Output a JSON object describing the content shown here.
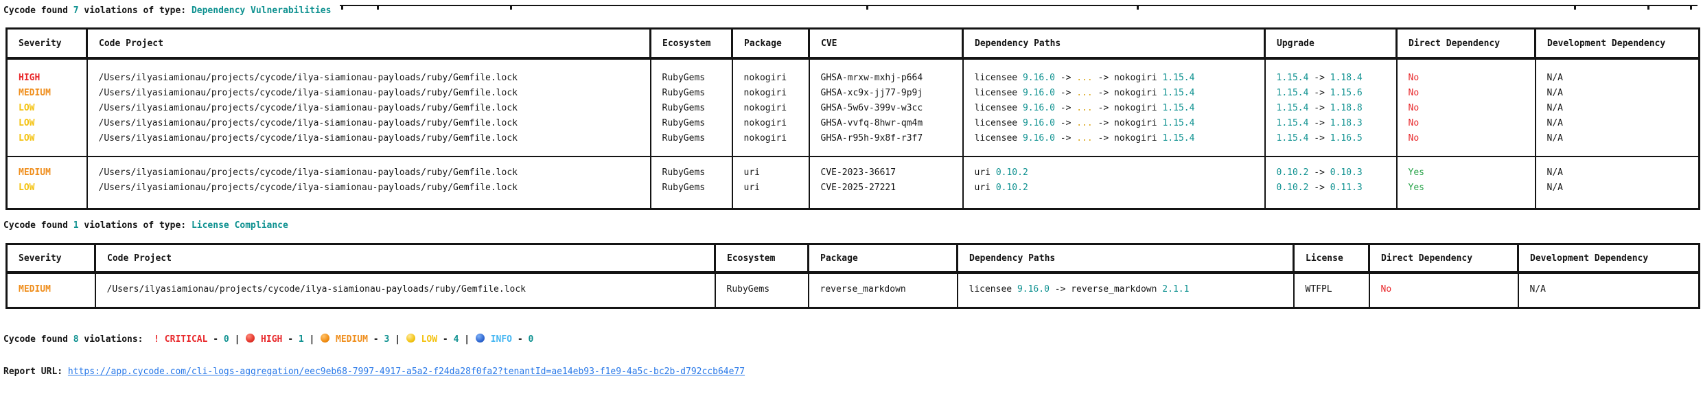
{
  "colors": {
    "fg": "#151515",
    "teal": "#0e9190",
    "red": "#e8282b",
    "orange": "#ef8e1d",
    "yellow": "#f4c211",
    "gold": "#dba617",
    "green": "#27a348",
    "info": "#45b6f2",
    "link": "#2878e8"
  },
  "section_dependency_vulnerabilities": {
    "heading_parts": [
      {
        "t": "Cycode found ",
        "b": true
      },
      {
        "t": "7",
        "c": "teal",
        "b": true
      },
      {
        "t": " violations of type: ",
        "b": true
      },
      {
        "t": "Dependency Vulnerabilities",
        "c": "teal",
        "b": true
      }
    ],
    "table": {
      "headers": [
        "Severity",
        "Code Project",
        "Ecosystem",
        "Package",
        "CVE",
        "Dependency Paths",
        "Upgrade",
        "Direct Dependency",
        "Development Dependency"
      ],
      "groups": [
        [
          [
            [
              {
                "t": "HIGH",
                "c": "red",
                "b": true
              }
            ],
            [
              {
                "t": "/Users/ilyasiamionau/projects/cycode/ilya-siamionau-payloads/ruby/Gemfile.lock"
              }
            ],
            [
              {
                "t": "RubyGems"
              }
            ],
            [
              {
                "t": "nokogiri"
              }
            ],
            [
              {
                "t": "GHSA-mrxw-mxhj-p664"
              }
            ],
            [
              {
                "t": "licensee "
              },
              {
                "t": "9.16.0",
                "c": "teal"
              },
              {
                "t": " -> "
              },
              {
                "t": "...",
                "c": "gold"
              },
              {
                "t": " -> nokogiri "
              },
              {
                "t": "1.15.4",
                "c": "teal"
              }
            ],
            [
              {
                "t": "1.15.4",
                "c": "teal"
              },
              {
                "t": " -> "
              },
              {
                "t": "1.18.4",
                "c": "teal"
              }
            ],
            [
              {
                "t": "No",
                "c": "red"
              }
            ],
            [
              {
                "t": "N/A"
              }
            ]
          ],
          [
            [
              {
                "t": "MEDIUM",
                "c": "orange",
                "b": true
              }
            ],
            [
              {
                "t": "/Users/ilyasiamionau/projects/cycode/ilya-siamionau-payloads/ruby/Gemfile.lock"
              }
            ],
            [
              {
                "t": "RubyGems"
              }
            ],
            [
              {
                "t": "nokogiri"
              }
            ],
            [
              {
                "t": "GHSA-xc9x-jj77-9p9j"
              }
            ],
            [
              {
                "t": "licensee "
              },
              {
                "t": "9.16.0",
                "c": "teal"
              },
              {
                "t": " -> "
              },
              {
                "t": "...",
                "c": "gold"
              },
              {
                "t": " -> nokogiri "
              },
              {
                "t": "1.15.4",
                "c": "teal"
              }
            ],
            [
              {
                "t": "1.15.4",
                "c": "teal"
              },
              {
                "t": " -> "
              },
              {
                "t": "1.15.6",
                "c": "teal"
              }
            ],
            [
              {
                "t": "No",
                "c": "red"
              }
            ],
            [
              {
                "t": "N/A"
              }
            ]
          ],
          [
            [
              {
                "t": "LOW",
                "c": "yellow",
                "b": true
              }
            ],
            [
              {
                "t": "/Users/ilyasiamionau/projects/cycode/ilya-siamionau-payloads/ruby/Gemfile.lock"
              }
            ],
            [
              {
                "t": "RubyGems"
              }
            ],
            [
              {
                "t": "nokogiri"
              }
            ],
            [
              {
                "t": "GHSA-5w6v-399v-w3cc"
              }
            ],
            [
              {
                "t": "licensee "
              },
              {
                "t": "9.16.0",
                "c": "teal"
              },
              {
                "t": " -> "
              },
              {
                "t": "...",
                "c": "gold"
              },
              {
                "t": " -> nokogiri "
              },
              {
                "t": "1.15.4",
                "c": "teal"
              }
            ],
            [
              {
                "t": "1.15.4",
                "c": "teal"
              },
              {
                "t": " -> "
              },
              {
                "t": "1.18.8",
                "c": "teal"
              }
            ],
            [
              {
                "t": "No",
                "c": "red"
              }
            ],
            [
              {
                "t": "N/A"
              }
            ]
          ],
          [
            [
              {
                "t": "LOW",
                "c": "yellow",
                "b": true
              }
            ],
            [
              {
                "t": "/Users/ilyasiamionau/projects/cycode/ilya-siamionau-payloads/ruby/Gemfile.lock"
              }
            ],
            [
              {
                "t": "RubyGems"
              }
            ],
            [
              {
                "t": "nokogiri"
              }
            ],
            [
              {
                "t": "GHSA-vvfq-8hwr-qm4m"
              }
            ],
            [
              {
                "t": "licensee "
              },
              {
                "t": "9.16.0",
                "c": "teal"
              },
              {
                "t": " -> "
              },
              {
                "t": "...",
                "c": "gold"
              },
              {
                "t": " -> nokogiri "
              },
              {
                "t": "1.15.4",
                "c": "teal"
              }
            ],
            [
              {
                "t": "1.15.4",
                "c": "teal"
              },
              {
                "t": " -> "
              },
              {
                "t": "1.18.3",
                "c": "teal"
              }
            ],
            [
              {
                "t": "No",
                "c": "red"
              }
            ],
            [
              {
                "t": "N/A"
              }
            ]
          ],
          [
            [
              {
                "t": "LOW",
                "c": "yellow",
                "b": true
              }
            ],
            [
              {
                "t": "/Users/ilyasiamionau/projects/cycode/ilya-siamionau-payloads/ruby/Gemfile.lock"
              }
            ],
            [
              {
                "t": "RubyGems"
              }
            ],
            [
              {
                "t": "nokogiri"
              }
            ],
            [
              {
                "t": "GHSA-r95h-9x8f-r3f7"
              }
            ],
            [
              {
                "t": "licensee "
              },
              {
                "t": "9.16.0",
                "c": "teal"
              },
              {
                "t": " -> "
              },
              {
                "t": "...",
                "c": "gold"
              },
              {
                "t": " -> nokogiri "
              },
              {
                "t": "1.15.4",
                "c": "teal"
              }
            ],
            [
              {
                "t": "1.15.4",
                "c": "teal"
              },
              {
                "t": " -> "
              },
              {
                "t": "1.16.5",
                "c": "teal"
              }
            ],
            [
              {
                "t": "No",
                "c": "red"
              }
            ],
            [
              {
                "t": "N/A"
              }
            ]
          ]
        ],
        [
          [
            [
              {
                "t": "MEDIUM",
                "c": "orange",
                "b": true
              }
            ],
            [
              {
                "t": "/Users/ilyasiamionau/projects/cycode/ilya-siamionau-payloads/ruby/Gemfile.lock"
              }
            ],
            [
              {
                "t": "RubyGems"
              }
            ],
            [
              {
                "t": "uri"
              }
            ],
            [
              {
                "t": "CVE-2023-36617"
              }
            ],
            [
              {
                "t": "uri "
              },
              {
                "t": "0.10.2",
                "c": "teal"
              }
            ],
            [
              {
                "t": "0.10.2",
                "c": "teal"
              },
              {
                "t": " -> "
              },
              {
                "t": "0.10.3",
                "c": "teal"
              }
            ],
            [
              {
                "t": "Yes",
                "c": "green"
              }
            ],
            [
              {
                "t": "N/A"
              }
            ]
          ],
          [
            [
              {
                "t": "LOW",
                "c": "yellow",
                "b": true
              }
            ],
            [
              {
                "t": "/Users/ilyasiamionau/projects/cycode/ilya-siamionau-payloads/ruby/Gemfile.lock"
              }
            ],
            [
              {
                "t": "RubyGems"
              }
            ],
            [
              {
                "t": "uri"
              }
            ],
            [
              {
                "t": "CVE-2025-27221"
              }
            ],
            [
              {
                "t": "uri "
              },
              {
                "t": "0.10.2",
                "c": "teal"
              }
            ],
            [
              {
                "t": "0.10.2",
                "c": "teal"
              },
              {
                "t": " -> "
              },
              {
                "t": "0.11.3",
                "c": "teal"
              }
            ],
            [
              {
                "t": "Yes",
                "c": "green"
              }
            ],
            [
              {
                "t": "N/A"
              }
            ]
          ]
        ]
      ]
    }
  },
  "section_license_compliance": {
    "heading_parts": [
      {
        "t": "Cycode found ",
        "b": true
      },
      {
        "t": "1",
        "c": "teal",
        "b": true
      },
      {
        "t": " violations of type: ",
        "b": true
      },
      {
        "t": "License Compliance",
        "c": "teal",
        "b": true
      }
    ],
    "table": {
      "headers": [
        "Severity",
        "Code Project",
        "Ecosystem",
        "Package",
        "Dependency Paths",
        "License",
        "Direct Dependency",
        "Development Dependency"
      ],
      "groups": [
        [
          [
            [
              {
                "t": "MEDIUM",
                "c": "orange",
                "b": true
              }
            ],
            [
              {
                "t": "/Users/ilyasiamionau/projects/cycode/ilya-siamionau-payloads/ruby/Gemfile.lock"
              }
            ],
            [
              {
                "t": "RubyGems"
              }
            ],
            [
              {
                "t": "reverse_markdown"
              }
            ],
            [
              {
                "t": "licensee "
              },
              {
                "t": "9.16.0",
                "c": "teal"
              },
              {
                "t": " -> reverse_markdown "
              },
              {
                "t": "2.1.1",
                "c": "teal"
              }
            ],
            [
              {
                "t": "WTFPL"
              }
            ],
            [
              {
                "t": "No",
                "c": "red"
              }
            ],
            [
              {
                "t": "N/A"
              }
            ]
          ]
        ]
      ]
    }
  },
  "summary": {
    "parts": [
      {
        "t": "Cycode found ",
        "b": true
      },
      {
        "t": "8",
        "c": "teal",
        "b": true
      },
      {
        "t": " violations:  ",
        "b": true
      },
      {
        "t": "! CRITICAL",
        "c": "red",
        "b": true
      },
      {
        "t": " - ",
        "b": true
      },
      {
        "t": "0",
        "c": "teal",
        "b": true
      },
      {
        "t": " | ",
        "b": true
      },
      {
        "icon": "red-circle"
      },
      {
        "t": " HIGH",
        "c": "red",
        "b": true
      },
      {
        "t": " - ",
        "b": true
      },
      {
        "t": "1",
        "c": "teal",
        "b": true
      },
      {
        "t": " | ",
        "b": true
      },
      {
        "icon": "orange-circle"
      },
      {
        "t": " MEDIUM",
        "c": "orange",
        "b": true
      },
      {
        "t": " - ",
        "b": true
      },
      {
        "t": "3",
        "c": "teal",
        "b": true
      },
      {
        "t": " | ",
        "b": true
      },
      {
        "icon": "yellow-circle"
      },
      {
        "t": " LOW",
        "c": "yellow",
        "b": true
      },
      {
        "t": " - ",
        "b": true
      },
      {
        "t": "4",
        "c": "teal",
        "b": true
      },
      {
        "t": " | ",
        "b": true
      },
      {
        "icon": "blue-circle"
      },
      {
        "t": " INFO",
        "c": "info",
        "b": true
      },
      {
        "t": " - ",
        "b": true
      },
      {
        "t": "0",
        "c": "teal",
        "b": true
      }
    ]
  },
  "report": {
    "label": "Report URL: ",
    "url": "https://app.cycode.com/cli-logs-aggregation/eec9eb68-7997-4917-a5a2-f24da28f0fa2?tenantId=ae14eb93-f1e9-4a5c-bc2b-d792ccb64e77"
  }
}
